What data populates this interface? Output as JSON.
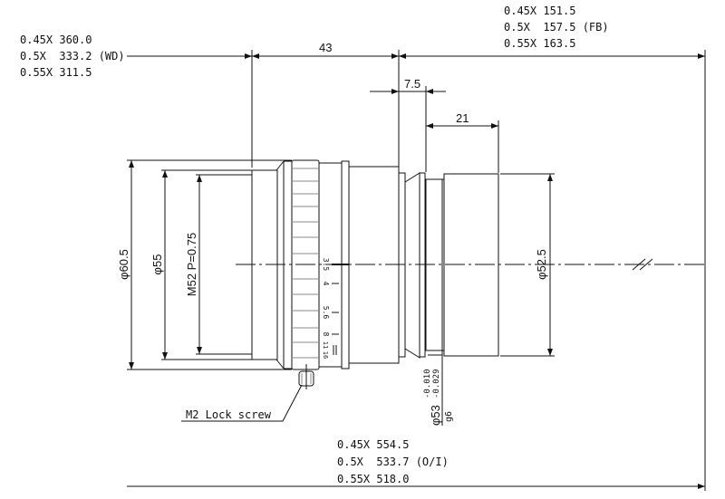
{
  "wd": {
    "lines": [
      "0.45X 360.0",
      "0.5X  333.2 (WD)",
      "0.55X 311.5"
    ]
  },
  "fb": {
    "lines": [
      "0.45X 151.5",
      "0.5X  157.5 (FB)",
      "0.55X 163.5"
    ]
  },
  "oi": {
    "lines": [
      "0.45X 554.5",
      "0.5X  533.7 (O/I)",
      "0.55X 518.0"
    ]
  },
  "dims": {
    "length_43": "43",
    "flange_7_5": "7.5",
    "rear_21": "21",
    "dia_60_5": "φ60.5",
    "dia_55": "φ55",
    "thread_m52": "M52 P=0.75",
    "dia_52_5": "φ52.5",
    "mount_dia": "φ53",
    "mount_tol_upper": "-0.010",
    "mount_tol_lower": "-0.029",
    "mount_fit": "g6"
  },
  "aperture_scale": [
    "3.5",
    "4",
    "5.6",
    "8",
    "11",
    "16"
  ],
  "callouts": {
    "lock_screw": "M2 Lock screw"
  }
}
